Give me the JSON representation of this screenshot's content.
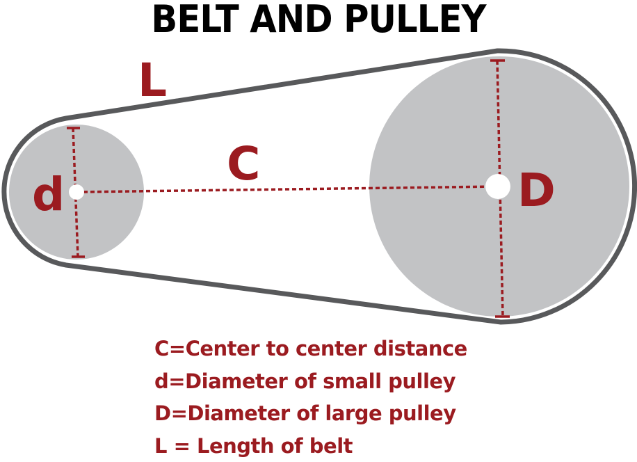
{
  "title": "BELT AND PULLEY",
  "labels": {
    "L": "L",
    "C": "C",
    "d": "d",
    "D": "D"
  },
  "legend": [
    "C=Center to center distance",
    "d=Diameter of small pulley",
    "D=Diameter of large pulley",
    "L = Length of belt"
  ],
  "colors": {
    "accent": "#9b1b20",
    "belt": "#58595b",
    "pulley": "#c2c3c5"
  }
}
